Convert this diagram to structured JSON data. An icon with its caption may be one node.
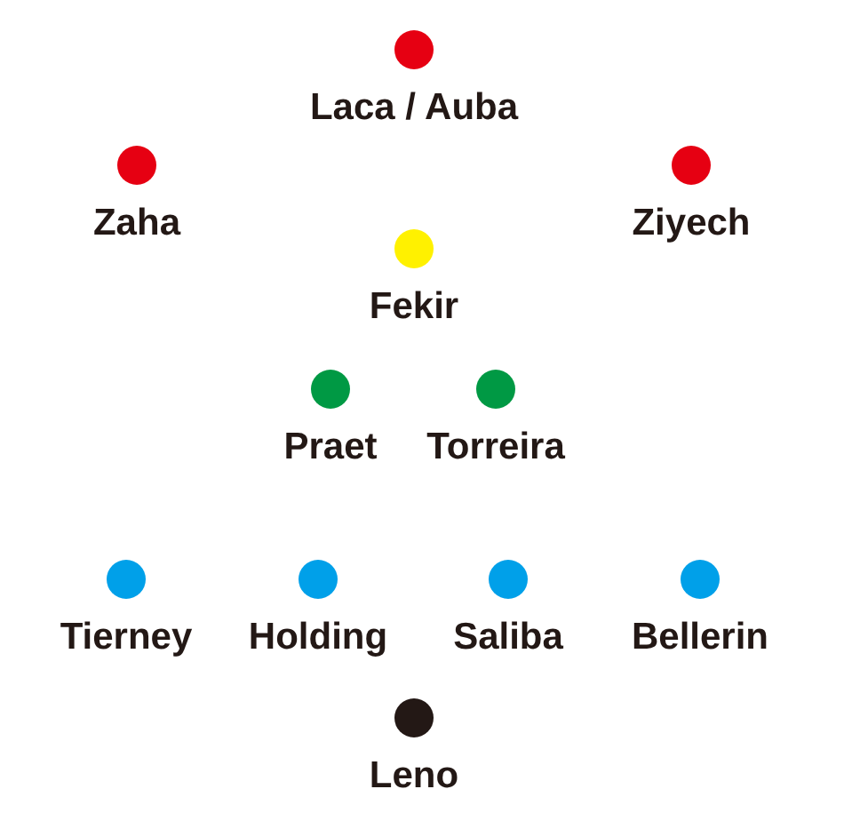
{
  "diagram": {
    "nodes": [
      {
        "text": [
          "Laca / Auba"
        ]
      },
      {
        "text": [
          "Zaha"
        ]
      },
      {
        "text": [
          "Ziyech"
        ]
      },
      {
        "text": [
          "Fekir"
        ]
      },
      {
        "text": [
          "Praet"
        ]
      },
      {
        "text": [
          "Torreira"
        ]
      },
      {
        "text": [
          "Tierney"
        ]
      },
      {
        "text": [
          "Holding"
        ]
      },
      {
        "text": [
          "Saliba"
        ]
      },
      {
        "text": [
          "Bellerin"
        ]
      },
      {
        "text": [
          "Leno"
        ]
      }
    ]
  }
}
